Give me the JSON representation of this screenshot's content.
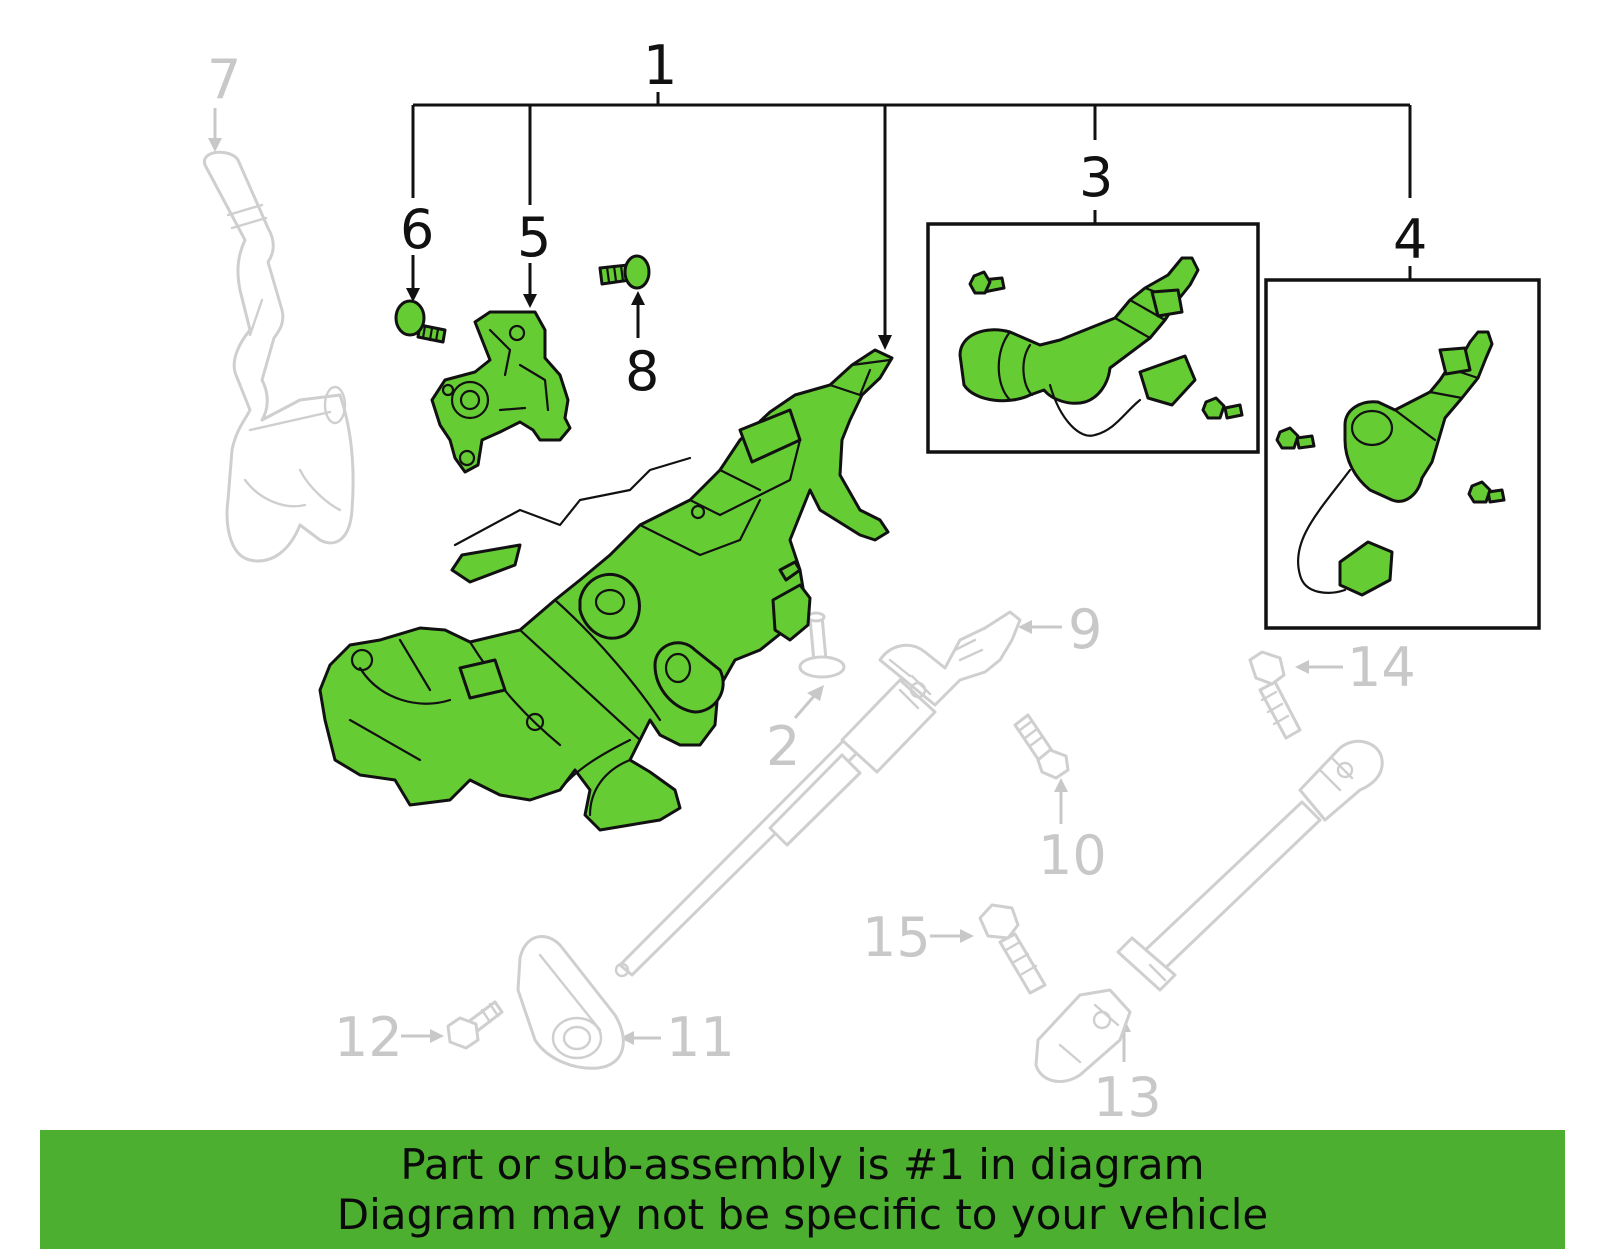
{
  "callouts": {
    "c1": "1",
    "c2": "2",
    "c3": "3",
    "c4": "4",
    "c5": "5",
    "c6": "6",
    "c7": "7",
    "c8": "8",
    "c9": "9",
    "c10": "10",
    "c11": "11",
    "c12": "12",
    "c13": "13",
    "c14": "14",
    "c15": "15"
  },
  "highlighted_part": "1",
  "colors": {
    "highlight_fill": "#66cc33",
    "banner_background": "#4caf30",
    "inactive_callout": "#c8c8c8",
    "active_callout": "#111111"
  },
  "banner": {
    "line1": "Part or sub-assembly is #1 in diagram",
    "line2": "Diagram may not be specific to your vehicle"
  }
}
